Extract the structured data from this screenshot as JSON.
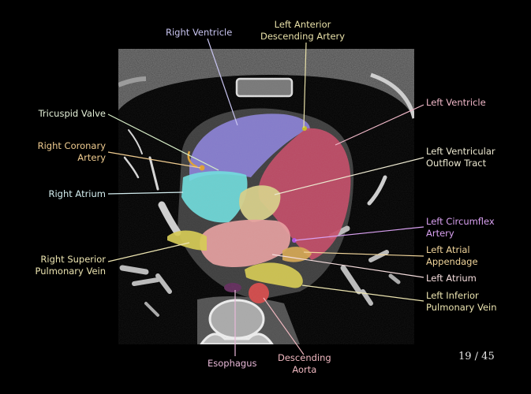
{
  "slide": {
    "current": "19",
    "total": "45",
    "text": "19 / 45"
  },
  "colors": {
    "right_ventricle": "#8a80d8",
    "left_ventricle": "#c44a66",
    "right_atrium": "#6ee0e0",
    "lvot": "#d8d088",
    "left_atrium": "#e8a0a0",
    "pulmonary_veins": "#d8cc50",
    "left_atrial_appendage": "#d8a850",
    "rca": "#e0a030",
    "lad": "#c8c020",
    "lcx": "#b050e0",
    "esophagus": "#602a5a",
    "aorta": "#d04848"
  },
  "labels": {
    "right_ventricle": {
      "lines": [
        "Right Ventricle"
      ],
      "color": "#c8c4f0"
    },
    "lad": {
      "lines": [
        "Left Anterior",
        "Descending Artery"
      ],
      "color": "#e8e0a8"
    },
    "left_ventricle": {
      "lines": [
        "Left Ventricle"
      ],
      "color": "#f0b8c8"
    },
    "tricuspid": {
      "lines": [
        "Tricuspid Valve"
      ],
      "color": "#e4f0d8"
    },
    "rca": {
      "lines": [
        "Right Coronary",
        "Artery"
      ],
      "color": "#f0cc90"
    },
    "lvot": {
      "lines": [
        "Left Ventricular",
        "Outflow Tract"
      ],
      "color": "#ece8d0"
    },
    "right_atrium": {
      "lines": [
        "Right Atrium"
      ],
      "color": "#d4eef0"
    },
    "lcx": {
      "lines": [
        "Left Circumflex",
        "Artery"
      ],
      "color": "#d8a0f0"
    },
    "laa": {
      "lines": [
        "Left Atrial",
        "Appendage"
      ],
      "color": "#f0d49a"
    },
    "rspv": {
      "lines": [
        "Right Superior",
        "Pulmonary Vein"
      ],
      "color": "#ece4b0"
    },
    "left_atrium": {
      "lines": [
        "Left Atrium"
      ],
      "color": "#f4dcdc"
    },
    "lipv": {
      "lines": [
        "Left Inferior",
        "Pulmonary Vein"
      ],
      "color": "#ece4b0"
    },
    "esophagus": {
      "lines": [
        "Esophagus"
      ],
      "color": "#e8b8d8"
    },
    "aorta": {
      "lines": [
        "Descending",
        "Aorta"
      ],
      "color": "#f0b8c0"
    }
  }
}
